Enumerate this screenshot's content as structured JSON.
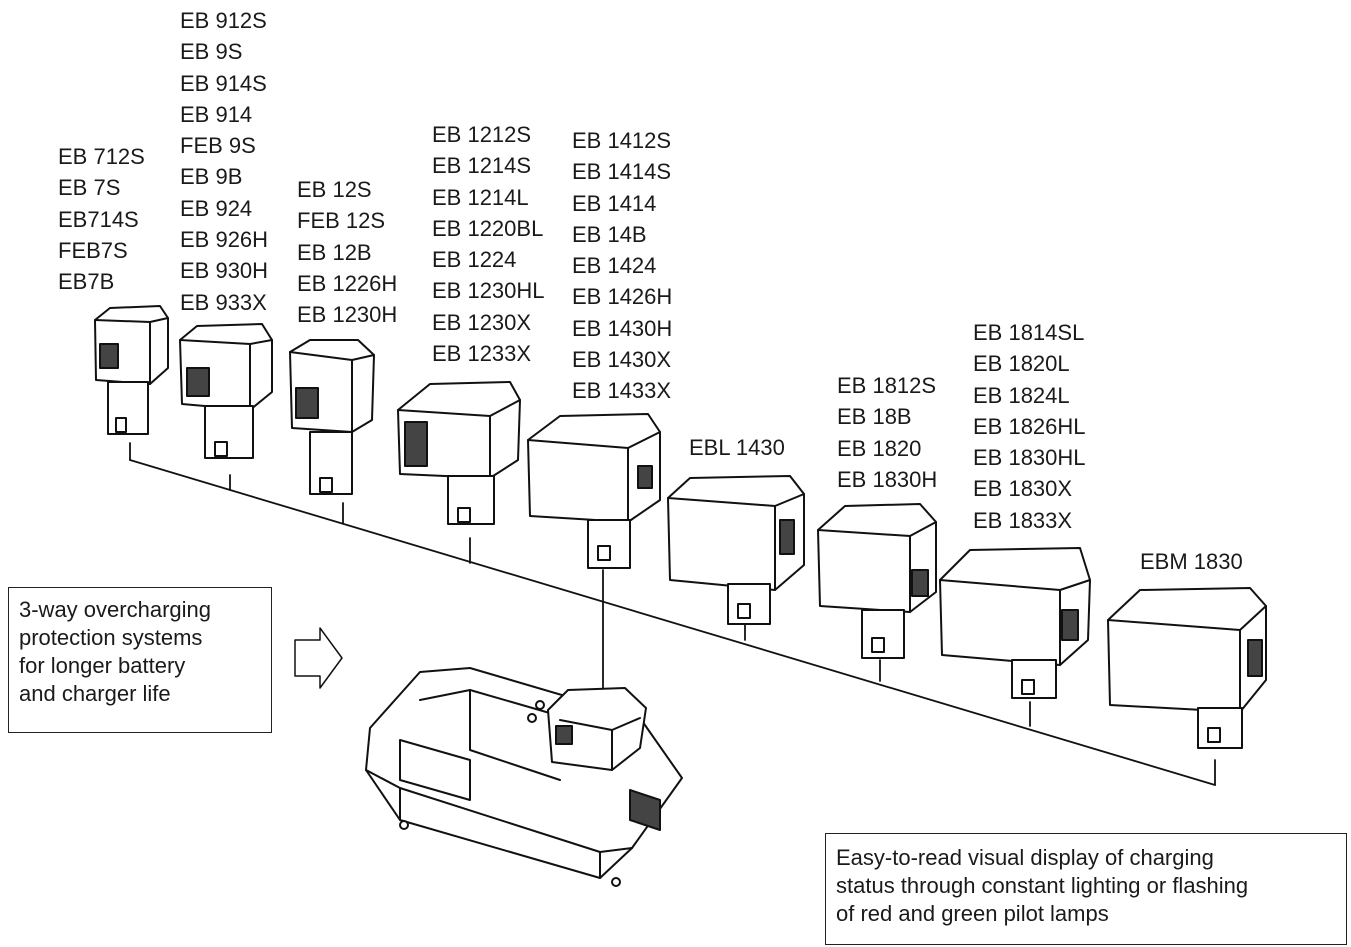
{
  "battery_groups": [
    {
      "id": "g1",
      "models": [
        "EB 712S",
        "EB 7S",
        "EB714S",
        "FEB7S",
        "EB7B"
      ]
    },
    {
      "id": "g2",
      "models": [
        "EB 912S",
        "EB 9S",
        "EB 914S",
        "EB 914",
        "FEB 9S",
        "EB 9B",
        "EB 924",
        "EB 926H",
        "EB 930H",
        "EB 933X"
      ]
    },
    {
      "id": "g3",
      "models": [
        "EB 12S",
        "FEB 12S",
        "EB 12B",
        "EB 1226H",
        "EB 1230H"
      ]
    },
    {
      "id": "g4",
      "models": [
        "EB 1212S",
        "EB 1214S",
        "EB 1214L",
        "EB 1220BL",
        "EB 1224",
        "EB 1230HL",
        "EB 1230X",
        "EB 1233X"
      ]
    },
    {
      "id": "g5",
      "models": [
        "EB 1412S",
        "EB 1414S",
        "EB 1414",
        "EB 14B",
        "EB 1424",
        "EB 1426H",
        "EB 1430H",
        "EB 1430X",
        "EB 1433X"
      ]
    },
    {
      "id": "g6",
      "models": [
        "EBL 1430"
      ]
    },
    {
      "id": "g7",
      "models": [
        "EB 1812S",
        "EB 18B",
        "EB 1820",
        "EB 1830H"
      ]
    },
    {
      "id": "g8",
      "models": [
        "EB 1814SL",
        "EB 1820L",
        "EB 1824L",
        "EB 1826HL",
        "EB 1830HL",
        "EB 1830X",
        "EB 1833X"
      ]
    },
    {
      "id": "g9",
      "models": [
        "EBM 1830"
      ]
    }
  ],
  "callouts": {
    "left": [
      "3-way overcharging",
      "protection systems",
      "for longer battery",
      "and charger life"
    ],
    "bottom": [
      "Easy-to-read visual display of charging",
      "status through constant lighting or flashing",
      "of red and green pilot lamps"
    ]
  }
}
